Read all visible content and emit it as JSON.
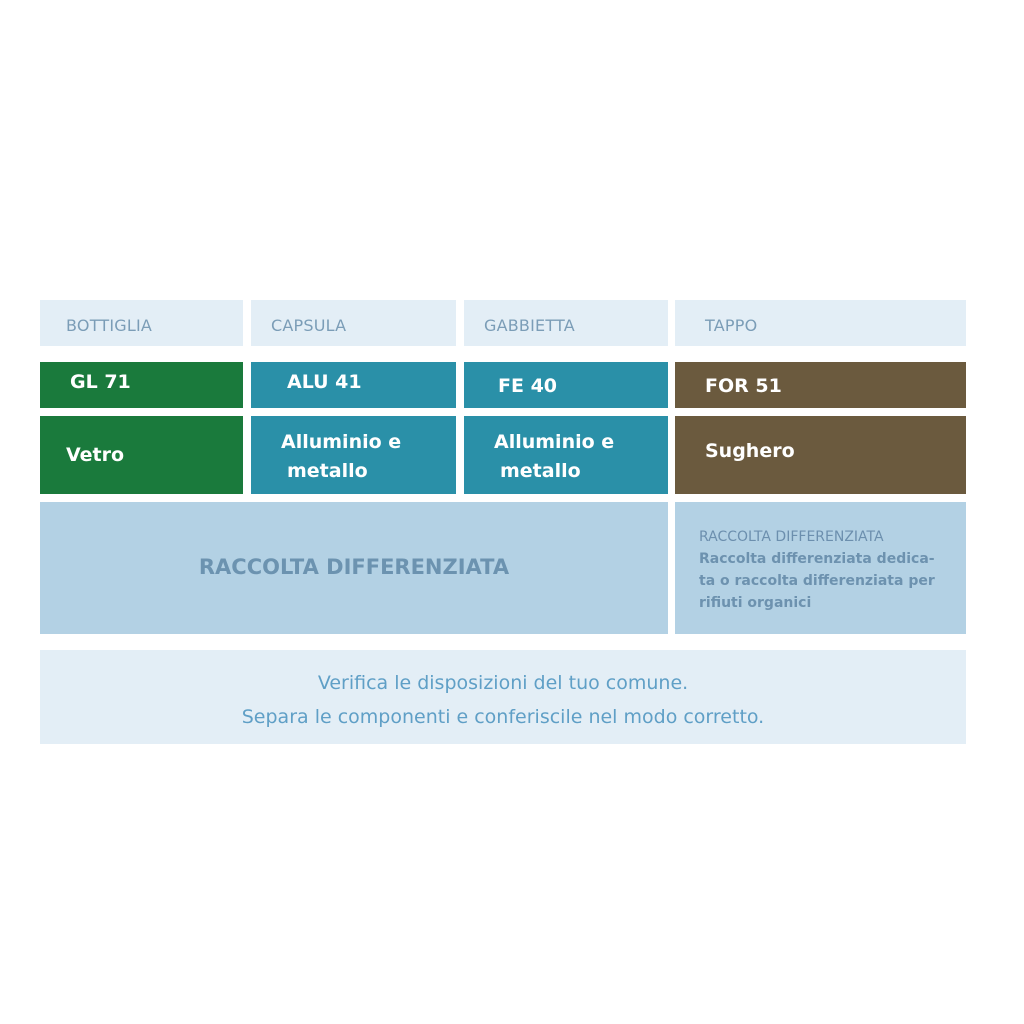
{
  "columns": [
    {
      "header": "BOTTIGLIA",
      "code": "GL 71",
      "material": "Vetro",
      "color": "#1a7a3c"
    },
    {
      "header": "CAPSULA",
      "code": "ALU 41",
      "material_line1": "Alluminio e",
      "material_line2": "metallo",
      "color": "#2a90a8"
    },
    {
      "header": "GABBIETTA",
      "code": "FE 40",
      "material_line1": "Alluminio e",
      "material_line2": "metallo",
      "color": "#2a90a8"
    },
    {
      "header": "TAPPO",
      "code": "FOR 51",
      "material": "Sughero",
      "color": "#6b5a3e"
    }
  ],
  "disposal": {
    "main": "RACCOLTA DIFFERENZIATA",
    "cork_title": "RACCOLTA DIFFERENZIATA",
    "cork_line1": "Raccolta differenziata dedica-",
    "cork_line2": "ta o raccolta differenziata per",
    "cork_line3": "rifiuti organici"
  },
  "note": {
    "line1": "Verifica le disposizioni del tuo comune.",
    "line2": "Separa le componenti e conferiscile nel modo corretto."
  }
}
